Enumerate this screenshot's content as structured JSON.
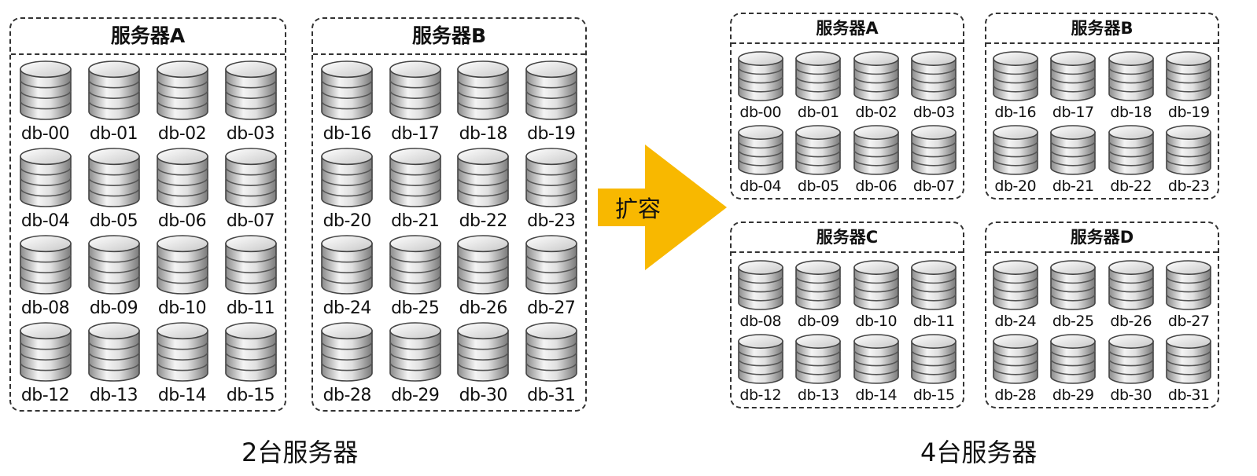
{
  "colors": {
    "arrow": "#F8B800",
    "border": "#333333",
    "text": "#111111"
  },
  "left": {
    "caption": "2台服务器",
    "servers": [
      {
        "title": "服务器A",
        "dbs": [
          "db-00",
          "db-01",
          "db-02",
          "db-03",
          "db-04",
          "db-05",
          "db-06",
          "db-07",
          "db-08",
          "db-09",
          "db-10",
          "db-11",
          "db-12",
          "db-13",
          "db-14",
          "db-15"
        ]
      },
      {
        "title": "服务器B",
        "dbs": [
          "db-16",
          "db-17",
          "db-18",
          "db-19",
          "db-20",
          "db-21",
          "db-22",
          "db-23",
          "db-24",
          "db-25",
          "db-26",
          "db-27",
          "db-28",
          "db-29",
          "db-30",
          "db-31"
        ]
      }
    ]
  },
  "arrow": {
    "label": "扩容",
    "icon": "expand-arrow-icon"
  },
  "right": {
    "caption": "4台服务器",
    "servers": [
      {
        "title": "服务器A",
        "dbs": [
          "db-00",
          "db-01",
          "db-02",
          "db-03",
          "db-04",
          "db-05",
          "db-06",
          "db-07"
        ]
      },
      {
        "title": "服务器B",
        "dbs": [
          "db-16",
          "db-17",
          "db-18",
          "db-19",
          "db-20",
          "db-21",
          "db-22",
          "db-23"
        ]
      },
      {
        "title": "服务器C",
        "dbs": [
          "db-08",
          "db-09",
          "db-10",
          "db-11",
          "db-12",
          "db-13",
          "db-14",
          "db-15"
        ]
      },
      {
        "title": "服务器D",
        "dbs": [
          "db-24",
          "db-25",
          "db-26",
          "db-27",
          "db-28",
          "db-29",
          "db-30",
          "db-31"
        ]
      }
    ]
  }
}
